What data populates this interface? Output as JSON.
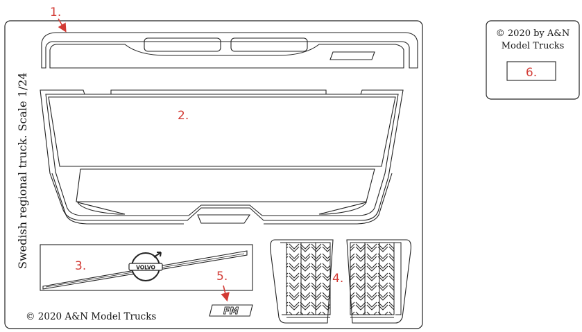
{
  "sheet": {
    "vertical_title": "Swedish regional truck. Scale 1/24",
    "copyright": "© 2020 A&N Model Trucks",
    "fm_label": "FM",
    "brand_label": "VOLVO",
    "part_numbers": [
      "1.",
      "2.",
      "3.",
      "4.",
      "5."
    ]
  },
  "side_card": {
    "line1": "© 2020 by A&N",
    "line2": "Model Trucks",
    "part_number": "6."
  },
  "colors": {
    "outline": "#222222",
    "part_number": "#d23a34",
    "arrow": "#d23a34"
  }
}
